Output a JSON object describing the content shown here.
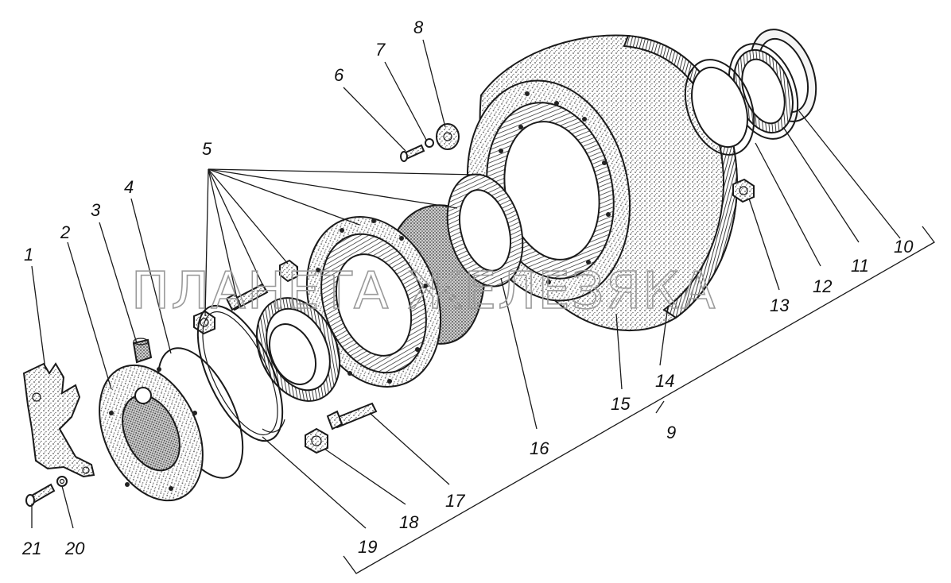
{
  "watermark": "ПЛАНЕТА ЖЕЛЕЗЯКА",
  "callouts": {
    "c1": "1",
    "c2": "2",
    "c3": "3",
    "c4": "4",
    "c5": "5",
    "c6": "6",
    "c7": "7",
    "c8": "8",
    "c9": "9",
    "c10": "10",
    "c11": "11",
    "c12": "12",
    "c13": "13",
    "c14": "14",
    "c15": "15",
    "c16": "16",
    "c17": "17",
    "c18": "18",
    "c19": "19",
    "c20": "20",
    "c21": "21"
  },
  "colors": {
    "line": "#1a1a1a",
    "stipple": "#8c8c8c",
    "watermark": "#9a9a9a",
    "background": "#ffffff"
  }
}
